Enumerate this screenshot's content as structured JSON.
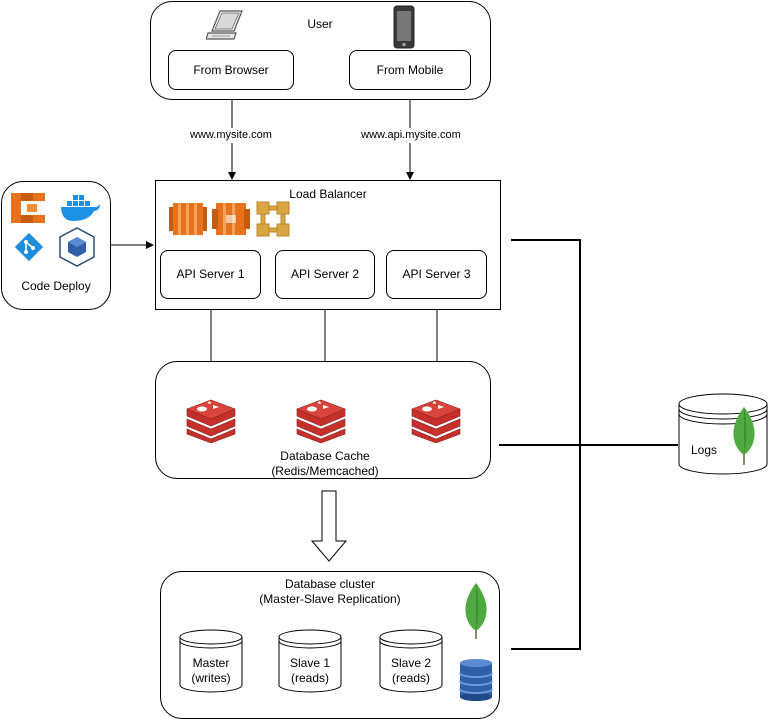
{
  "user": {
    "title": "User",
    "from_browser": "From Browser",
    "from_mobile": "From Mobile",
    "browser_url": "www.mysite.com",
    "mobile_url": "www.api.mysite.com"
  },
  "code_deploy": {
    "label": "Code Deploy"
  },
  "load_balancer": {
    "title": "Load Balancer",
    "servers": [
      "API Server 1",
      "API Server 2",
      "API Server 3"
    ]
  },
  "cache": {
    "title_line1": "Database Cache",
    "title_line2": "(Redis/Memcached)"
  },
  "db_cluster": {
    "title_line1": "Database cluster",
    "title_line2": "(Master-Slave Replication)",
    "nodes": [
      {
        "line1": "Master",
        "line2": "(writes)"
      },
      {
        "line1": "Slave 1",
        "line2": "(reads)"
      },
      {
        "line1": "Slave 2",
        "line2": "(reads)"
      }
    ]
  },
  "logs": {
    "label": "Logs"
  },
  "colors": {
    "aws_orange": "#e7721b",
    "aws_gold": "#d9a741",
    "redis_red": "#c6302b",
    "mongo_green": "#4faa41",
    "dynamo_blue": "#2e5fa8",
    "docker_blue": "#1d91e6",
    "git_blue": "#1d8ddc"
  }
}
